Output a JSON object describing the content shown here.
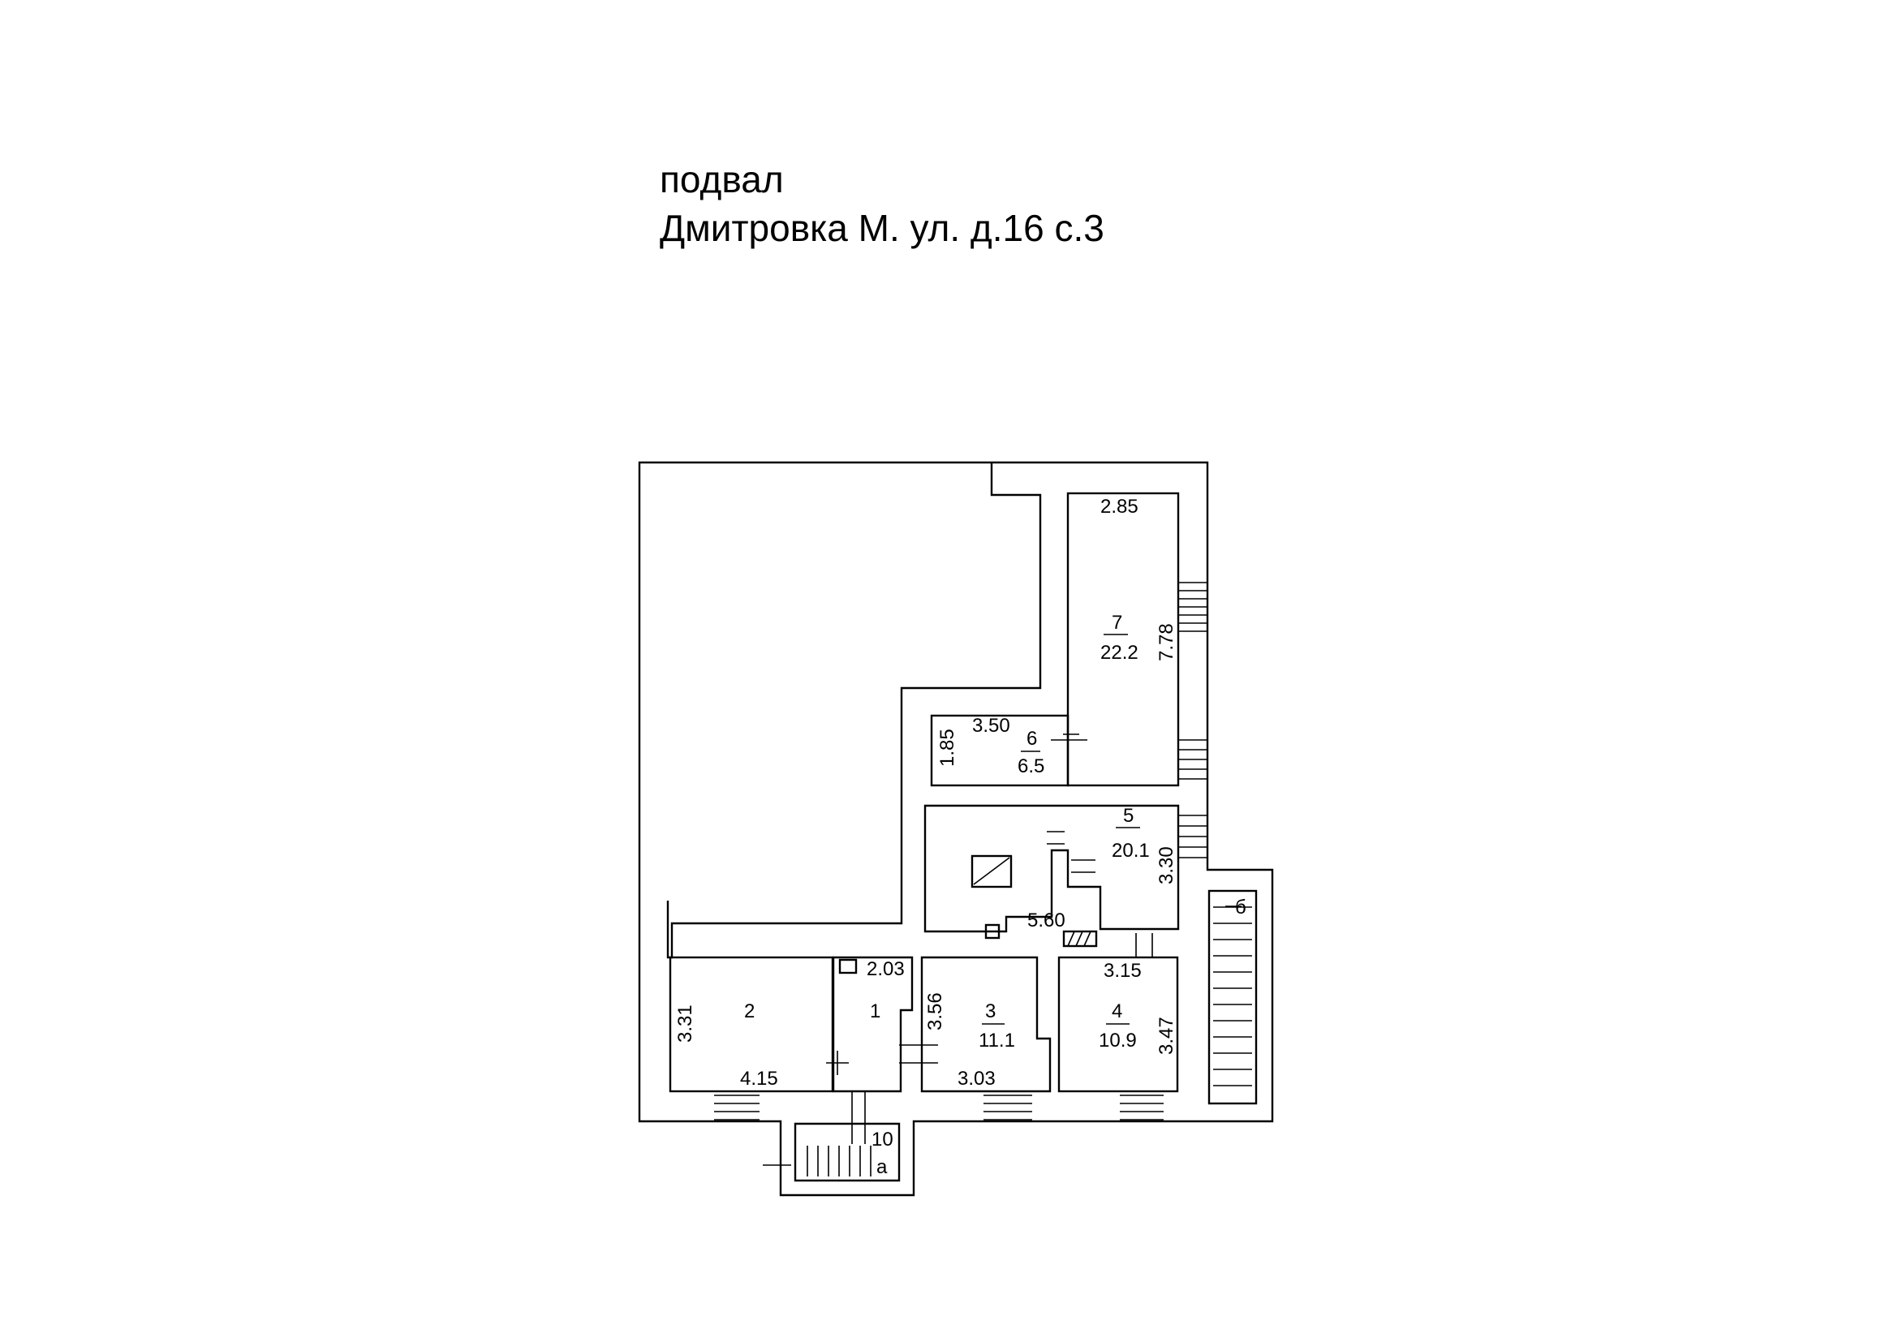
{
  "header": {
    "floor": "подвал",
    "address": "Дмитровка М. ул. д.16 с.3"
  },
  "rooms": {
    "r1": {
      "number": "1",
      "dim_top": "2.03"
    },
    "r2": {
      "number": "2",
      "dim_side": "3.31",
      "dim_bottom": "4.15"
    },
    "r3": {
      "number": "3",
      "area": "11.1",
      "dim_side": "3.56",
      "dim_bottom": "3.03"
    },
    "r4": {
      "number": "4",
      "area": "10.9",
      "dim_top": "3.15",
      "dim_side": "3.47"
    },
    "r5": {
      "number": "5",
      "area": "20.1",
      "dim_side": "3.30",
      "dim_bottom": "5.60"
    },
    "r6": {
      "number": "6",
      "area": "6.5",
      "dim_top": "3.50",
      "dim_side": "1.85"
    },
    "r7": {
      "number": "7",
      "area": "22.2",
      "dim_top": "2.85",
      "dim_side": "7.78"
    }
  },
  "labels": {
    "stair_main": "10",
    "stair_sub": "а",
    "stair_right": "б"
  }
}
